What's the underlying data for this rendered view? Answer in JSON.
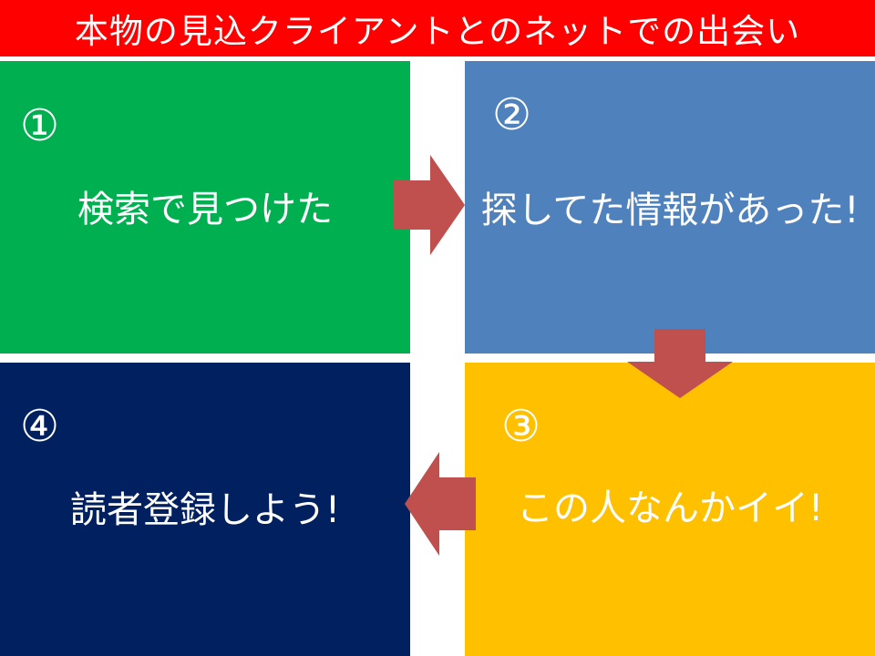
{
  "title": "本物の見込クライアントとのネットでの出会い",
  "colors": {
    "title_bg": "#ff0000",
    "box1": "#00b050",
    "box2": "#4f81bd",
    "box3": "#ffc000",
    "box4": "#002060",
    "arrow": "#c0504d",
    "text": "#ffffff"
  },
  "steps": [
    {
      "number": "①",
      "label": "検索で見つけた"
    },
    {
      "number": "②",
      "label": "探してた情報があった!"
    },
    {
      "number": "③",
      "label": "この人なんかイイ!"
    },
    {
      "number": "④",
      "label": "読者登録しよう!"
    }
  ]
}
